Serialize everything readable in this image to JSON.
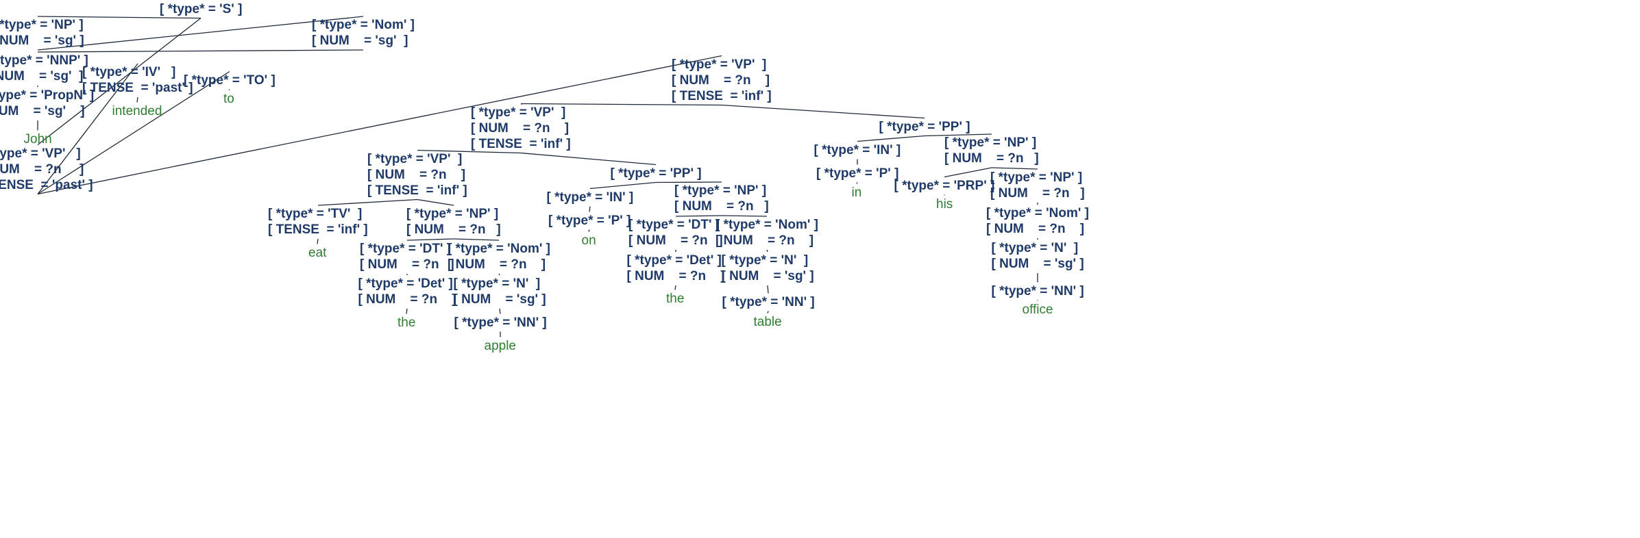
{
  "tree": {
    "label": [
      "[ *type* = 'S' ]"
    ],
    "children": [
      {
        "label": [
          "[ *type* = 'NP' ]",
          "[ NUM    = 'sg' ]"
        ],
        "children": [
          {
            "label": [
              "[ *type* = 'Nom' ]",
              "[ NUM    = 'sg'  ]"
            ],
            "children": [
              {
                "label": [
                  "[ *type* = 'NNP' ]",
                  "[ NUM    = 'sg'  ]"
                ],
                "children": [
                  {
                    "label": [
                      "[ *type* = 'PropN' ]",
                      "[ NUM    = 'sg'    ]"
                    ],
                    "children": [
                      {
                        "word": "John"
                      }
                    ]
                  }
                ]
              }
            ]
          }
        ]
      },
      {
        "label": [
          "[ *type* = 'VP'   ]",
          "[ NUM    = ?n     ]",
          "[ TENSE  = 'past' ]"
        ],
        "children": [
          {
            "label": [
              "[ *type* = 'IV'   ]",
              "[ TENSE  = 'past' ]"
            ],
            "children": [
              {
                "word": "intended"
              }
            ]
          },
          {
            "label": [
              "[ *type* = 'TO' ]"
            ],
            "children": [
              {
                "word": "to"
              }
            ]
          },
          {
            "label": [
              "[ *type* = 'VP'  ]",
              "[ NUM    = ?n    ]",
              "[ TENSE  = 'inf' ]"
            ],
            "children": [
              {
                "label": [
                  "[ *type* = 'VP'  ]",
                  "[ NUM    = ?n    ]",
                  "[ TENSE  = 'inf' ]"
                ],
                "children": [
                  {
                    "label": [
                      "[ *type* = 'VP'  ]",
                      "[ NUM    = ?n    ]",
                      "[ TENSE  = 'inf' ]"
                    ],
                    "children": [
                      {
                        "label": [
                          "[ *type* = 'TV'  ]",
                          "[ TENSE  = 'inf' ]"
                        ],
                        "children": [
                          {
                            "word": "eat"
                          }
                        ]
                      },
                      {
                        "label": [
                          "[ *type* = 'NP' ]",
                          "[ NUM    = ?n   ]"
                        ],
                        "children": [
                          {
                            "label": [
                              "[ *type* = 'DT' ]",
                              "[ NUM    = ?n   ]"
                            ],
                            "children": [
                              {
                                "label": [
                                  "[ *type* = 'Det' ]",
                                  "[ NUM    = ?n    ]"
                                ],
                                "children": [
                                  {
                                    "word": "the"
                                  }
                                ]
                              }
                            ]
                          },
                          {
                            "label": [
                              "[ *type* = 'Nom' ]",
                              "[ NUM    = ?n    ]"
                            ],
                            "children": [
                              {
                                "label": [
                                  "[ *type* = 'N'  ]",
                                  "[ NUM    = 'sg' ]"
                                ],
                                "children": [
                                  {
                                    "label": [
                                      "[ *type* = 'NN' ]"
                                    ],
                                    "children": [
                                      {
                                        "word": "apple"
                                      }
                                    ]
                                  }
                                ]
                              }
                            ]
                          }
                        ]
                      }
                    ]
                  },
                  {
                    "label": [
                      "[ *type* = 'PP' ]"
                    ],
                    "children": [
                      {
                        "label": [
                          "[ *type* = 'IN' ]"
                        ],
                        "children": [
                          {
                            "label": [
                              "[ *type* = 'P' ]"
                            ],
                            "children": [
                              {
                                "word": "on"
                              }
                            ]
                          }
                        ]
                      },
                      {
                        "label": [
                          "[ *type* = 'NP' ]",
                          "[ NUM    = ?n   ]"
                        ],
                        "children": [
                          {
                            "label": [
                              "[ *type* = 'DT' ]",
                              "[ NUM    = ?n   ]"
                            ],
                            "children": [
                              {
                                "label": [
                                  "[ *type* = 'Det' ]",
                                  "[ NUM    = ?n    ]"
                                ],
                                "children": [
                                  {
                                    "word": "the"
                                  }
                                ]
                              }
                            ]
                          },
                          {
                            "label": [
                              "[ *type* = 'Nom' ]",
                              "[ NUM    = ?n    ]"
                            ],
                            "children": [
                              {
                                "label": [
                                  "[ *type* = 'N'  ]",
                                  "[ NUM    = 'sg' ]"
                                ],
                                "children": [
                                  {
                                    "label": [
                                      "[ *type* = 'NN' ]"
                                    ],
                                    "children": [
                                      {
                                        "word": "table"
                                      }
                                    ]
                                  }
                                ]
                              }
                            ]
                          }
                        ]
                      }
                    ]
                  }
                ]
              },
              {
                "label": [
                  "[ *type* = 'PP' ]"
                ],
                "children": [
                  {
                    "label": [
                      "[ *type* = 'IN' ]"
                    ],
                    "children": [
                      {
                        "label": [
                          "[ *type* = 'P' ]"
                        ],
                        "children": [
                          {
                            "word": "in"
                          }
                        ]
                      }
                    ]
                  },
                  {
                    "label": [
                      "[ *type* = 'NP' ]",
                      "[ NUM    = ?n   ]"
                    ],
                    "children": [
                      {
                        "label": [
                          "[ *type* = 'PRP' ]"
                        ],
                        "children": [
                          {
                            "word": "his"
                          }
                        ]
                      },
                      {
                        "label": [
                          "[ *type* = 'NP' ]",
                          "[ NUM    = ?n   ]"
                        ],
                        "children": [
                          {
                            "label": [
                              "[ *type* = 'Nom' ]",
                              "[ NUM    = ?n    ]"
                            ],
                            "children": [
                              {
                                "label": [
                                  "[ *type* = 'N'  ]",
                                  "[ NUM    = 'sg' ]"
                                ],
                                "children": [
                                  {
                                    "label": [
                                      "[ *type* = 'NN' ]"
                                    ],
                                    "children": [
                                      {
                                        "word": "office"
                                      }
                                    ]
                                  }
                                ]
                              }
                            ]
                          }
                        ]
                      }
                    ]
                  }
                ]
              }
            ]
          }
        ]
      }
    ]
  }
}
